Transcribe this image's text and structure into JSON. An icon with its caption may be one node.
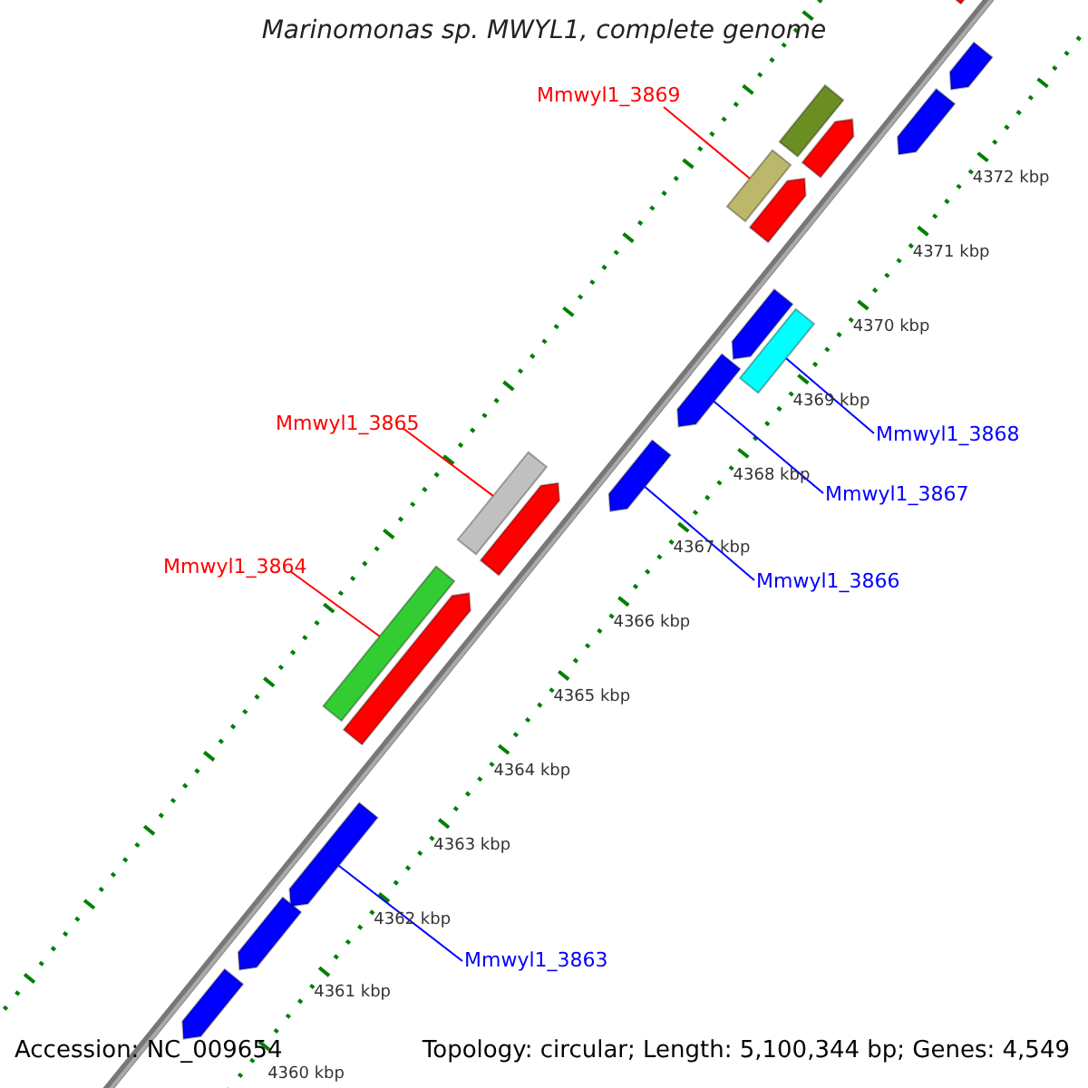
{
  "diagram": {
    "title": "Marinomonas sp. MWYL1, complete genome",
    "nodes": [
      {
        "text": [
          "Mmwyl1_3869"
        ]
      },
      {
        "text": [],
        "shape": "bar"
      },
      {
        "text": [
          "Mmwyl1_3865"
        ]
      },
      {
        "text": [],
        "shape": "bar"
      },
      {
        "text": [
          "Mmwyl1_3868"
        ]
      },
      {
        "text": [],
        "shape": "bar"
      },
      {
        "text": [
          "Mmwyl1_3867"
        ]
      },
      {
        "text": [],
        "shape": "bar"
      },
      {
        "text": [
          "Mmwyl1_3864"
        ]
      },
      {
        "text": [],
        "shape": "bar"
      },
      {
        "text": [
          "Mmwyl1_3866"
        ]
      },
      {
        "text": [],
        "shape": "bar"
      },
      {
        "text": [
          "Mmwyl1_3863"
        ]
      },
      {
        "text": [],
        "shape": "bar"
      },
      {
        "text": [],
        "shape": "bar"
      },
      {
        "text": [],
        "shape": "bar"
      },
      {
        "text": [],
        "shape": "bar"
      },
      {
        "text": [],
        "shape": "bar"
      },
      {
        "text": [],
        "shape": "bar"
      },
      {
        "text": [],
        "shape": "bar"
      },
      {
        "text": [],
        "shape": "bar"
      },
      {
        "text": [],
        "shape": "bar"
      },
      {
        "text": [],
        "shape": "bar"
      },
      {
        "text": [],
        "shape": "bar"
      },
      {
        "text": [],
        "shape": "bar"
      }
    ],
    "edges": [
      {
        "from": 0,
        "to": 1,
        "arrow": "none",
        "color": "#ff0000"
      },
      {
        "from": 2,
        "to": 3,
        "arrow": "none",
        "color": "#ff0000"
      },
      {
        "from": 4,
        "to": 5,
        "arrow": "none"
      },
      {
        "from": 6,
        "to": 7,
        "arrow": "none"
      },
      {
        "from": 8,
        "to": 9,
        "arrow": "none",
        "color": "#ff0000"
      },
      {
        "from": 10,
        "to": 11,
        "arrow": "none"
      },
      {
        "from": 12,
        "to": 13,
        "arrow": "none"
      }
    ],
    "labels": [
      "4372 kbp",
      "4371 kbp",
      "4370 kbp",
      "4369 kbp",
      "4368 kbp",
      "4367 kbp",
      "4366 kbp",
      "4365 kbp",
      "4364 kbp",
      "4363 kbp",
      "4362 kbp",
      "4361 kbp",
      "Accession: NC_009654",
      "Topology: circular; Length: 5,100,344 bp; Genes: 4,549",
      "4360 kbp"
    ]
  }
}
